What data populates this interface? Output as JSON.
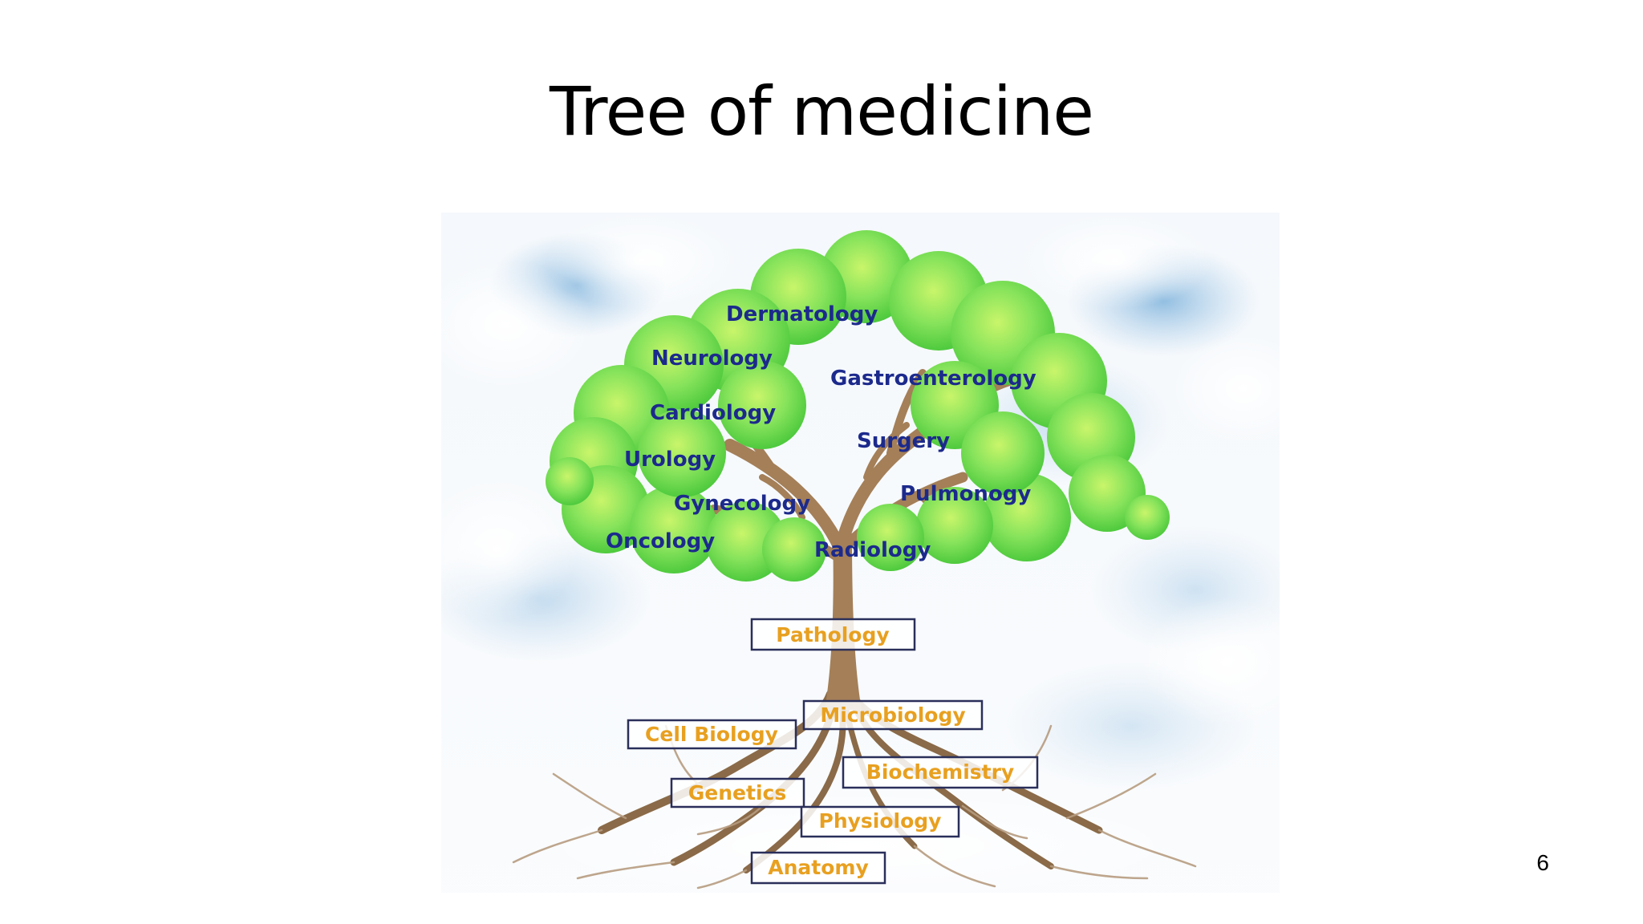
{
  "slide": {
    "title": "Tree of medicine",
    "page_number": "6"
  },
  "colors": {
    "branch_text": "#1c2a8c",
    "root_text": "#e8a020",
    "root_box_border": "#2a2f5a",
    "foliage": "#7fe05a",
    "foliage_dark": "#4cc83a",
    "trunk": "#a07a55",
    "sky": "#8fbde0"
  },
  "tree": {
    "branches": [
      "Dermatology",
      "Neurology",
      "Gastroenterology",
      "Cardiology",
      "Surgery",
      "Urology",
      "Pulmonogy",
      "Gynecology",
      "Oncology",
      "Radiology"
    ],
    "roots": [
      "Pathology",
      "Microbiology",
      "Cell Biology",
      "Biochemistry",
      "Genetics",
      "Physiology",
      "Anatomy"
    ]
  }
}
